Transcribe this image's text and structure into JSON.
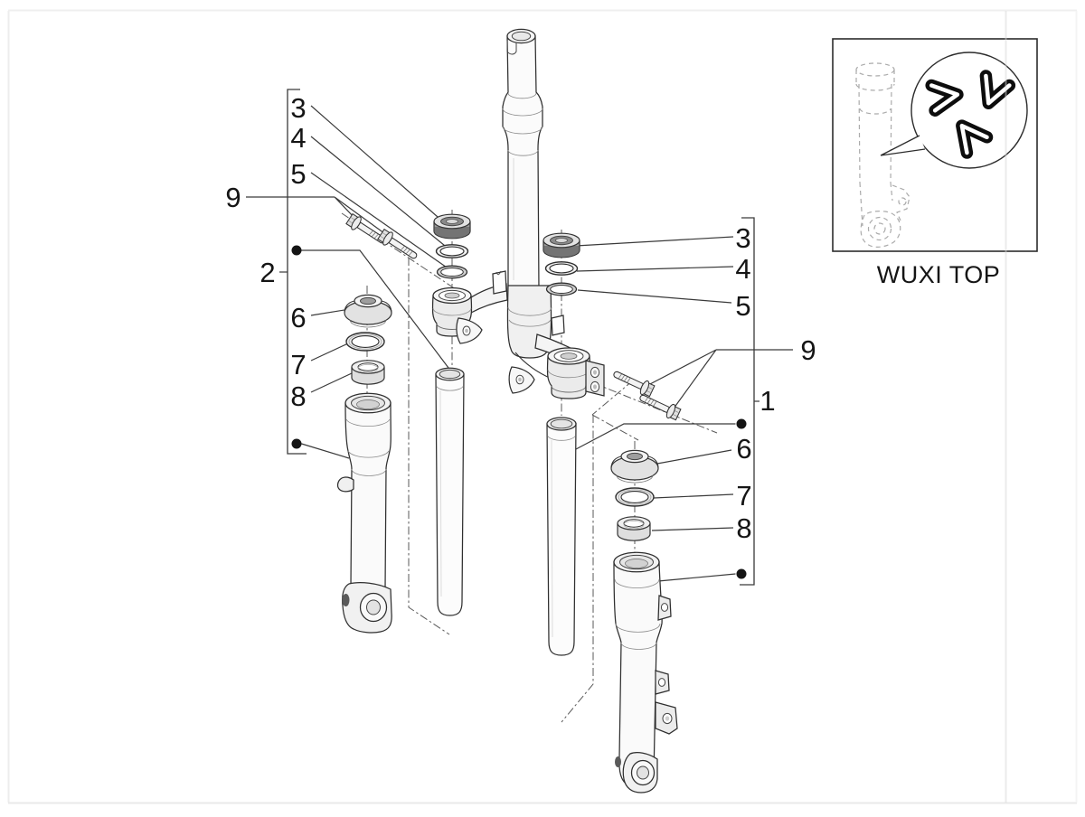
{
  "callouts": {
    "left": {
      "n2": "2",
      "n3": "3",
      "n4": "4",
      "n5": "5",
      "n6": "6",
      "n7": "7",
      "n8": "8",
      "n9": "9"
    },
    "right": {
      "n1": "1",
      "n3": "3",
      "n4": "4",
      "n5": "5",
      "n6": "6",
      "n7": "7",
      "n8": "8",
      "n9": "9"
    }
  },
  "inset": {
    "caption": "WUXI TOP"
  },
  "colors": {
    "line": "#2f2f2f",
    "leader": "#3a3a3a",
    "text": "#151515",
    "shade_light": "#ececec",
    "shade_mid": "#bdbdbd",
    "shade_dark": "#8a8a8a",
    "ghost_line": "#ababab",
    "background": "#ffffff"
  }
}
